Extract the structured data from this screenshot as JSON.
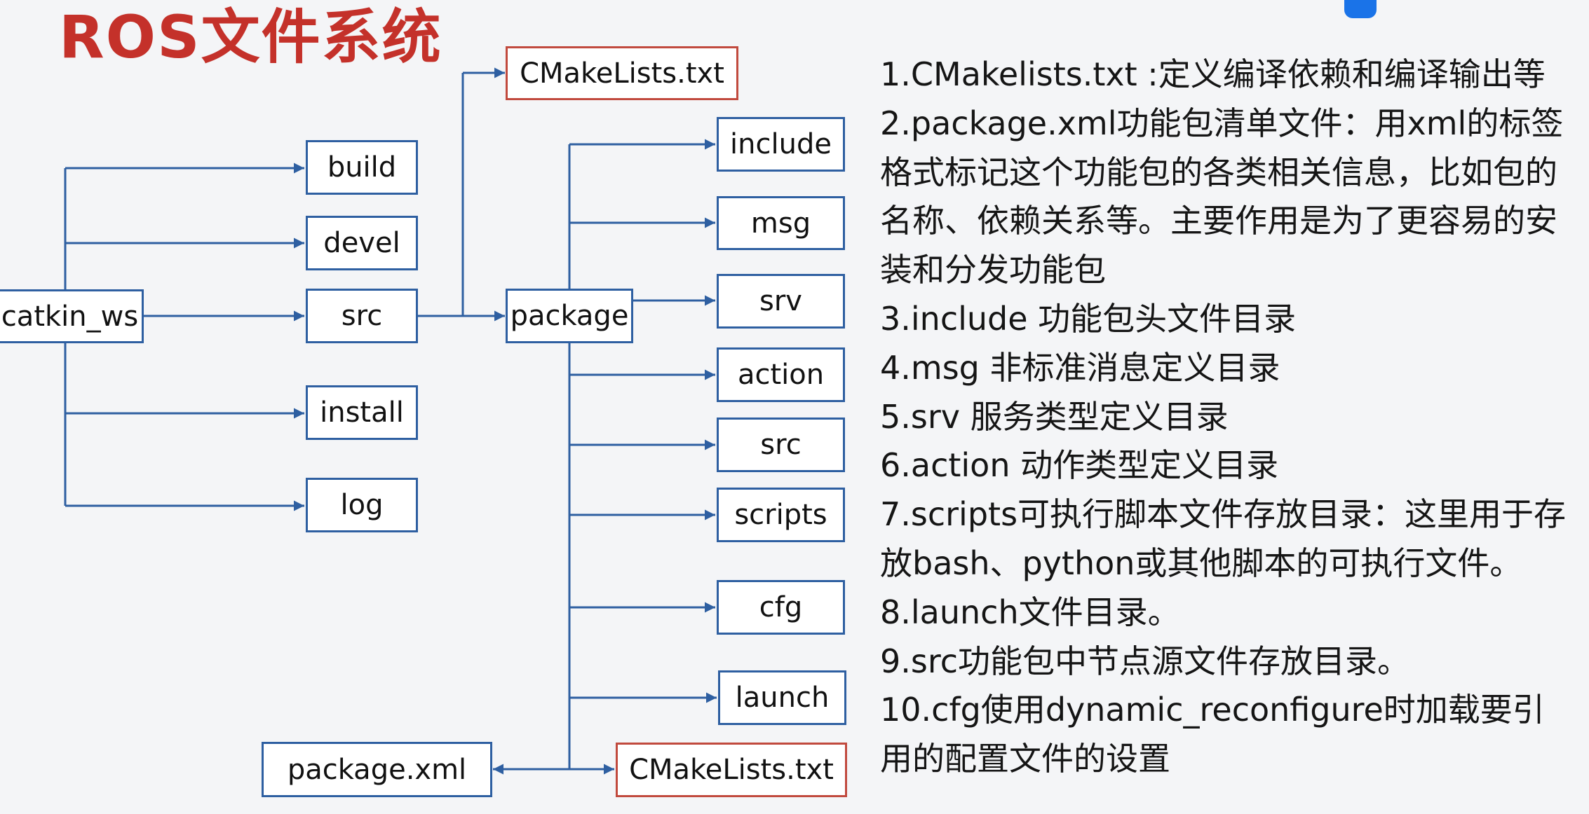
{
  "title": "ROS文件系统",
  "brand_color": "#1a73e8",
  "title_color": "#c4312a",
  "line_color": "#2e5fa1",
  "highlight_border_color": "#c14a3e",
  "diagram": {
    "root": "catkin_ws",
    "workspace_dirs": [
      "build",
      "devel",
      "src",
      "install",
      "log"
    ],
    "package": "package",
    "cmakelists_top": "CMakeLists.txt",
    "package_dirs": [
      "include",
      "msg",
      "srv",
      "action",
      "src",
      "scripts",
      "cfg",
      "launch"
    ],
    "cmakelists_bottom": "CMakeLists.txt",
    "package_xml": "package.xml"
  },
  "descriptions": [
    "1.CMakelists.txt :定义编译依赖和编译输出等",
    "2.package.xml功能包清单文件：用xml的标签",
    "格式标记这个功能包的各类相关信息，比如包的",
    "名称、依赖关系等。主要作用是为了更容易的安",
    "装和分发功能包",
    "3.include 功能包头文件目录",
    "4.msg 非标准消息定义目录",
    "5.srv 服务类型定义目录",
    "6.action 动作类型定义目录",
    "7.scripts可执行脚本文件存放目录：这里用于存",
    "放bash、python或其他脚本的可执行文件。",
    "8.launch文件目录。",
    "9.src功能包中节点源文件存放目录。",
    "10.cfg使用dynamic_reconfigure时加载要引",
    "用的配置文件的设置"
  ]
}
